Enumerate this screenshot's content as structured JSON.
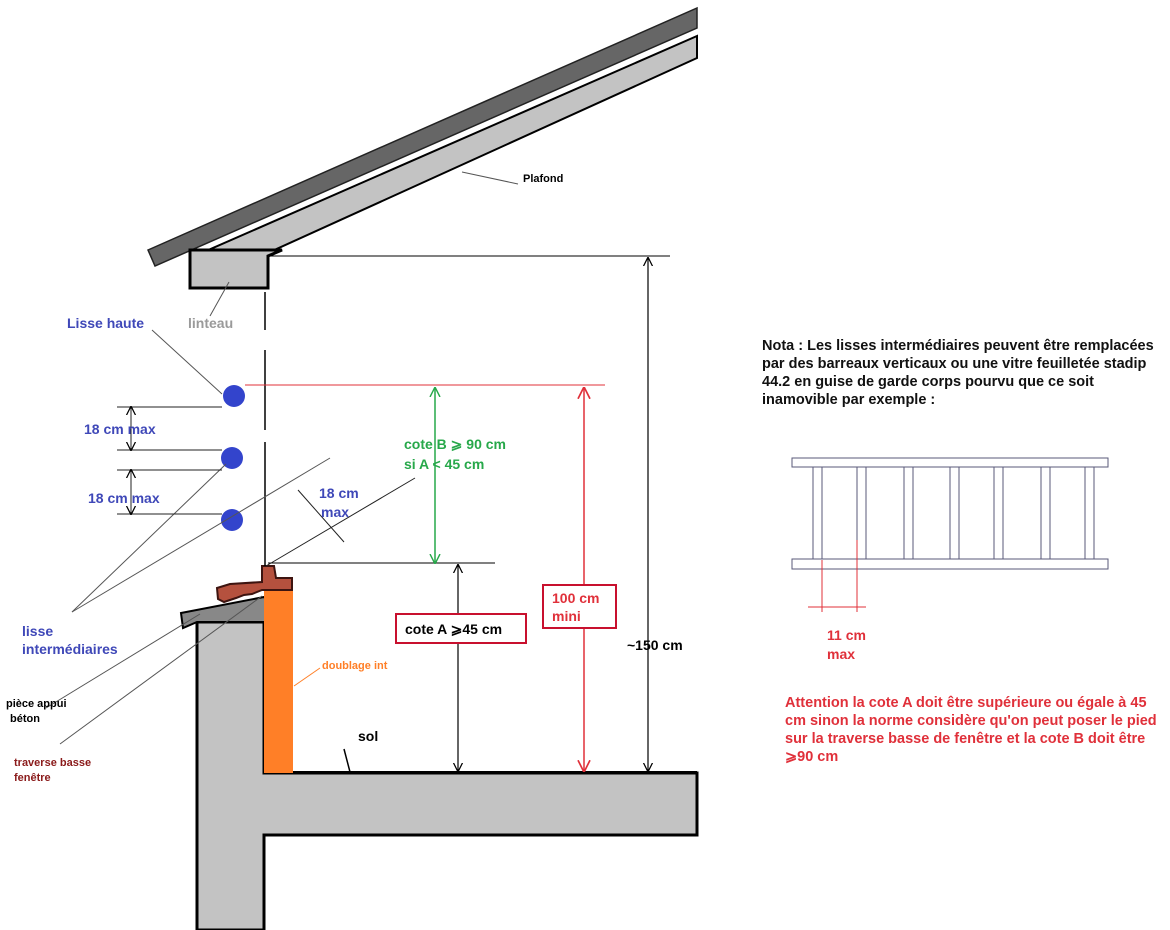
{
  "labels": {
    "plafond": "Plafond",
    "linteau": "linteau",
    "lisse_haute": "Lisse haute",
    "gap1": "18 cm max",
    "gap2": "18 cm max",
    "gap3_l1": "18 cm",
    "gap3_l2": "max",
    "lisse_int_l1": "lisse",
    "lisse_int_l2": "intermédiaires",
    "piece_l1": "pièce appui",
    "piece_l2": "béton",
    "traverse_l1": "traverse basse",
    "traverse_l2": "fenêtre",
    "doublage": "doublage int",
    "sol": "sol",
    "cote_b_l1": "cote B ⩾ 90 cm",
    "cote_b_l2": "si A < 45 cm",
    "cote_a": "cote A ⩾45 cm",
    "mini_l1": "100 cm",
    "mini_l2": "mini",
    "total": "~150 cm",
    "gap_barreaux_l1": "11 cm",
    "gap_barreaux_l2": "max"
  },
  "nota": "Nota : Les lisses intermédiaires peuvent être remplacées par des barreaux verticaux ou une vitre feuilletée stadip 44.2 en guise de garde corps pourvu que ce soit inamovible par exemple :",
  "attention": "Attention la cote A doit être supérieure ou égale à 45 cm sinon la norme considère qu'on peut poser le pied sur la traverse basse de fenêtre et la cote B doit être ⩾90 cm",
  "colors": {
    "blue_label": "#3f48b8",
    "green": "#27a84a",
    "red": "#e0303a",
    "dark_red": "#8a1a1a",
    "orange": "#ff7f27",
    "gray": "#c3c3c3",
    "roof": "#666666"
  }
}
